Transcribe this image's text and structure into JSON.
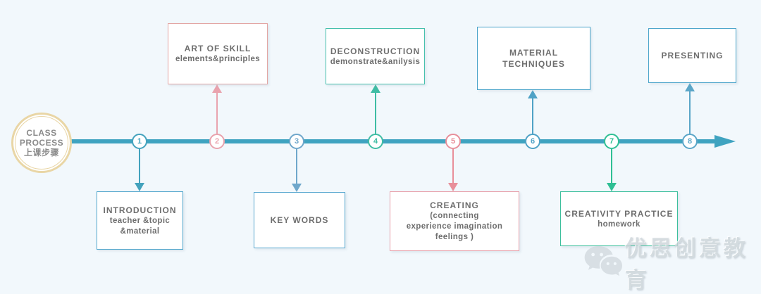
{
  "page": {
    "background": "#f2f8fc"
  },
  "start_node": {
    "line1": "CLASS",
    "line2": "PROCESS",
    "line3": "上课步骤",
    "ring_color": "#e9d6a6"
  },
  "timeline": {
    "line_color": "#3fa3c0",
    "steps": [
      {
        "number": "1",
        "side": "below",
        "color": "#43a2bd",
        "box_border": "#55a8cd",
        "title": "INTRODUCTION",
        "subtitle": "teacher &topic\n&material"
      },
      {
        "number": "2",
        "side": "above",
        "color": "#e9a3ae",
        "box_border": "#e3a5a3",
        "title": "ART OF SKILL",
        "subtitle": "elements&principles"
      },
      {
        "number": "3",
        "side": "below",
        "color": "#6fa7cb",
        "box_border": "#5aa8d0",
        "title": "KEY WORDS",
        "subtitle": ""
      },
      {
        "number": "4",
        "side": "above",
        "color": "#3fbda4",
        "box_border": "#46c0ac",
        "title": "DECONSTRUCTION",
        "subtitle": "demonstrate&anilysis"
      },
      {
        "number": "5",
        "side": "below",
        "color": "#e88f9a",
        "box_border": "#e8a0aa",
        "title": "CREATING",
        "subtitle": "(connecting\nexperience imagination\nfeelings )"
      },
      {
        "number": "6",
        "side": "above",
        "color": "#4fa2c6",
        "box_border": "#4ba4ca",
        "title": "MATERIAL TECHNIQUES",
        "subtitle": ""
      },
      {
        "number": "7",
        "side": "below",
        "color": "#2fbf94",
        "box_border": "#3cbf9c",
        "title": "CREATIVITY PRACTICE",
        "subtitle": "homework"
      },
      {
        "number": "8",
        "side": "above",
        "color": "#5ba6c8",
        "box_border": "#4ea6cb",
        "title": "PRESENTING",
        "subtitle": ""
      }
    ]
  },
  "watermark": {
    "icon": "wechat-icon",
    "text": "优思创意教育"
  }
}
